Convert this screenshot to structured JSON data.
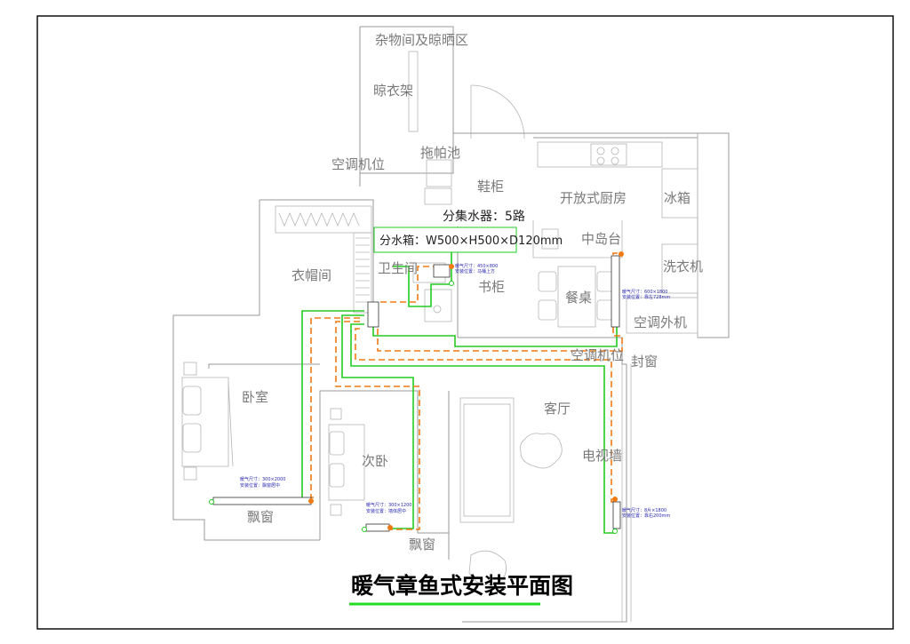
{
  "title": "暖气章鱼式安装平面图",
  "manifold": {
    "label": "分集水器：5路",
    "box_label": "分水箱：W500×H500×D120mm"
  },
  "rooms": {
    "storage": "杂物间及晾晒区",
    "drying_rack": "晾衣架",
    "mop_sink": "拖帕池",
    "ac_spot_top": "空调机位",
    "shoe_cabinet": "鞋柜",
    "open_kitchen": "开放式厨房",
    "fridge": "冰箱",
    "island": "中岛台",
    "washer": "洗衣机",
    "cloakroom": "衣帽间",
    "bathroom": "卫生间",
    "bookcase": "书柜",
    "dining_table": "餐桌",
    "ac_outdoor": "空调外机",
    "ac_spot_mid": "空调机位",
    "seal_window": "封窗",
    "bedroom": "卧室",
    "second_bedroom": "次卧",
    "living_room": "客厅",
    "tv_wall": "电视墙",
    "bay_window_1": "飘窗",
    "bay_window_2": "飘窗"
  },
  "radiators": [
    {
      "size": "暖气尺寸：450×800",
      "position": "安装位置：马桶上方"
    },
    {
      "size": "暖气尺寸：600×1800",
      "position": "安装位置：靠左728mm"
    },
    {
      "size": "暖气尺寸：300×2000",
      "position": "安装位置：飘窗居中"
    },
    {
      "size": "暖气尺寸：300×1200",
      "position": "安装位置：墙体居中"
    },
    {
      "size": "暖气尺寸：8片×1800",
      "position": "安装位置：靠右200mm"
    }
  ],
  "colors": {
    "supply_pipe": "#22cc22",
    "return_pipe": "#f07a12",
    "title_underline": "#22dd22"
  }
}
